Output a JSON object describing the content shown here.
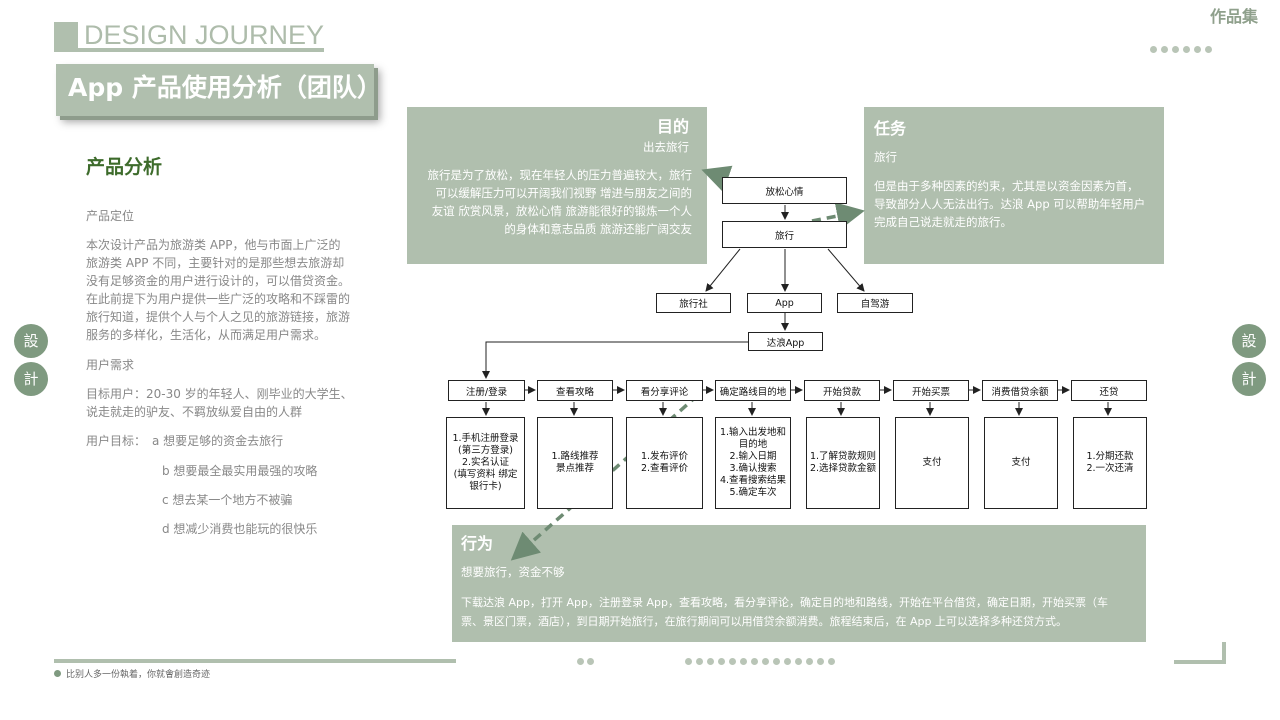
{
  "header": {
    "design_journey": "DESIGN JOURNEY",
    "page_title": "App 产品使用分析（团队）"
  },
  "logo": {
    "text": "作品集"
  },
  "left": {
    "section_title": "产品分析",
    "positioning_label": "产品定位",
    "positioning_lines": [
      "本次设计产品为旅游类 APP，他与市面上广泛的",
      "旅游类 APP 不同，主要针对的是那些想去旅游却",
      "没有足够资金的用户进行设计的，可以借贷资金。",
      "在此前提下为用户提供一些广泛的攻略和不踩雷的",
      "旅行知道，提供个人与个人之见的旅游链接，旅游",
      "服务的多样化，生活化，从而满足用户需求。"
    ],
    "needs_label": "用户需求",
    "target_lines": [
      "目标用户：20-30 岁的年轻人、刚毕业的大学生、",
      "说走就走的驴友、不羁放纵爱自由的人群"
    ],
    "goal_label": "用户目标：",
    "goals": [
      "a 想要足够的资金去旅行",
      "b 想要最全最实用最强的攻略",
      "c 想去某一个地方不被骗",
      "d 想减少消费也能玩的很快乐"
    ]
  },
  "side": {
    "char1": "設",
    "char2": "計"
  },
  "purpose": {
    "title": "目的",
    "subtitle": "出去旅行",
    "lines": [
      "旅行是为了放松，现在年轻人的压力普遍较大，旅行",
      "可以缓解压力可以开阔我们视野  增进与朋友之间的",
      "友谊  欣赏风景，放松心情  旅游能很好的锻炼一个人",
      "的身体和意志品质  旅游还能广阔交友"
    ]
  },
  "task": {
    "title": "任务",
    "subtitle": "旅行",
    "lines": [
      "但是由于多种因素的约束，尤其是以资金因素为首，",
      "导致部分人人无法出行。达浪 App 可以帮助年轻用户",
      "完成自己说走就走的旅行。"
    ]
  },
  "flow": {
    "relax": "放松心情",
    "travel": "旅行",
    "agency": "旅行社",
    "app": "App",
    "self_drive": "自驾游",
    "dalang": "达浪App",
    "steps": [
      {
        "title": "注册/登录",
        "detail": [
          "1.手机注册登录",
          "(第三方登录)",
          "2.实名认证",
          "(填写资料 绑定",
          "银行卡)"
        ]
      },
      {
        "title": "查看攻略",
        "detail": [
          "1.路线推荐",
          "景点推荐"
        ]
      },
      {
        "title": "看分享评论",
        "detail": [
          "1.发布评价",
          "2.查看评价"
        ]
      },
      {
        "title": "确定路线目的地",
        "detail": [
          "1.输入出发地和",
          "目的地",
          "2.输入日期",
          "3.确认搜索",
          "4.查看搜索结果",
          "5.确定车次"
        ]
      },
      {
        "title": "开始贷款",
        "detail": [
          "1.了解贷款规则",
          "2.选择贷款金额"
        ]
      },
      {
        "title": "开始买票",
        "detail": [
          "支付"
        ]
      },
      {
        "title": "消费借贷余额",
        "detail": [
          "支付"
        ]
      },
      {
        "title": "还贷",
        "detail": [
          "1.分期还款",
          "2.一次还清"
        ]
      }
    ]
  },
  "behavior": {
    "title": "行为",
    "subtitle": "想要旅行，资金不够",
    "lines": [
      "下载达浪 App，打开 App，注册登录 App，查看攻略，看分享评论，确定目的地和路线，开始在平台借贷，确定日期，开始买票（车",
      "票、景区门票，酒店），到日期开始旅行，在旅行期间可以用借贷余额消费。旅程结束后，在 App 上可以选择多种还贷方式。"
    ]
  },
  "footer": {
    "slogan": "比别人多一份執着，你就會創造奇迹"
  },
  "colors": {
    "panel": "#b0bfae",
    "accent": "#3d6b2b",
    "circle": "#7f9a80",
    "arrow": "#6e8b73"
  }
}
